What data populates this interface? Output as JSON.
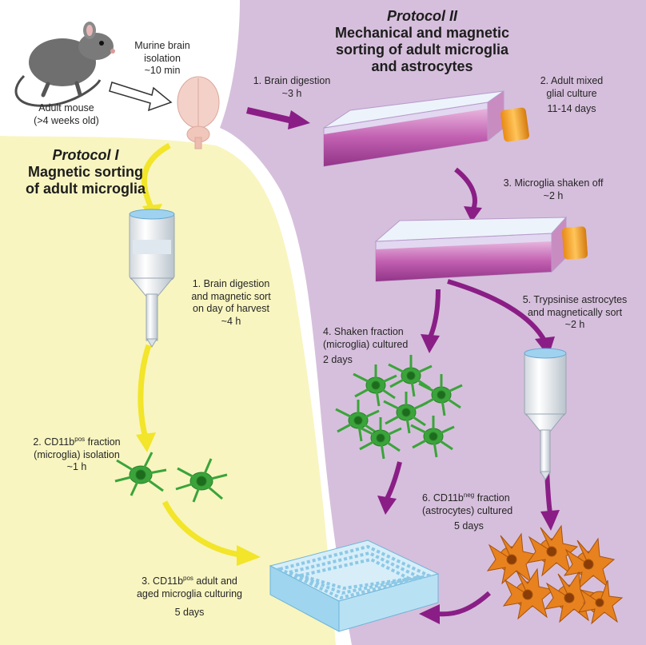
{
  "mouse": {
    "label_line1": "Adult mouse",
    "label_line2": "(>4 weeks old)"
  },
  "brain_isolation": {
    "line1": "Murine brain",
    "line2": "isolation",
    "line3": "~10 min"
  },
  "protocol1": {
    "name": "Protocol I",
    "title_line1": "Magnetic sorting",
    "title_line2": "of adult microglia",
    "steps": [
      {
        "lines": [
          "1. Brain digestion",
          "and magnetic sort",
          "on day of harvest",
          "~4 h"
        ]
      },
      {
        "prefix": "2. CD11b",
        "sup": "pos",
        "suffix": " fraction",
        "lines": [
          "(microglia) isolation",
          "~1 h"
        ]
      },
      {
        "prefix": "3. CD11b",
        "sup": "pos",
        "suffix": " adult and",
        "lines": [
          "aged microglia culturing",
          "5 days"
        ]
      }
    ]
  },
  "protocol2": {
    "name": "Protocol II",
    "title_line1": "Mechanical and magnetic",
    "title_line2": "sorting of adult microglia",
    "title_line3": "and astrocytes",
    "steps": [
      {
        "lines": [
          "1. Brain digestion",
          "~3 h"
        ]
      },
      {
        "lines": [
          "2. Adult mixed",
          "glial culture",
          "11-14 days"
        ]
      },
      {
        "lines": [
          "3. Microglia shaken off",
          "~2 h"
        ]
      },
      {
        "lines": [
          "4. Shaken fraction",
          "(microglia) cultured",
          "2 days"
        ]
      },
      {
        "lines": [
          "5. Trypsinise astrocytes",
          "and magnetically sort",
          "~2 h"
        ]
      },
      {
        "prefix": "6. CD11b",
        "sup": "neg",
        "suffix": " fraction",
        "lines": [
          "(astrocytes) cultured",
          "5 days"
        ]
      }
    ]
  },
  "colors": {
    "protocol1_bg": "#f8f5c0",
    "protocol2_bg": "#d6bfdc",
    "yellow_arrow": "#f2e52a",
    "purple_arrow": "#8a1e86",
    "flask_media": "#b0469a",
    "microglia": "#3aa43a",
    "astrocyte": "#e7821f",
    "plate": "#9fd5ee"
  }
}
